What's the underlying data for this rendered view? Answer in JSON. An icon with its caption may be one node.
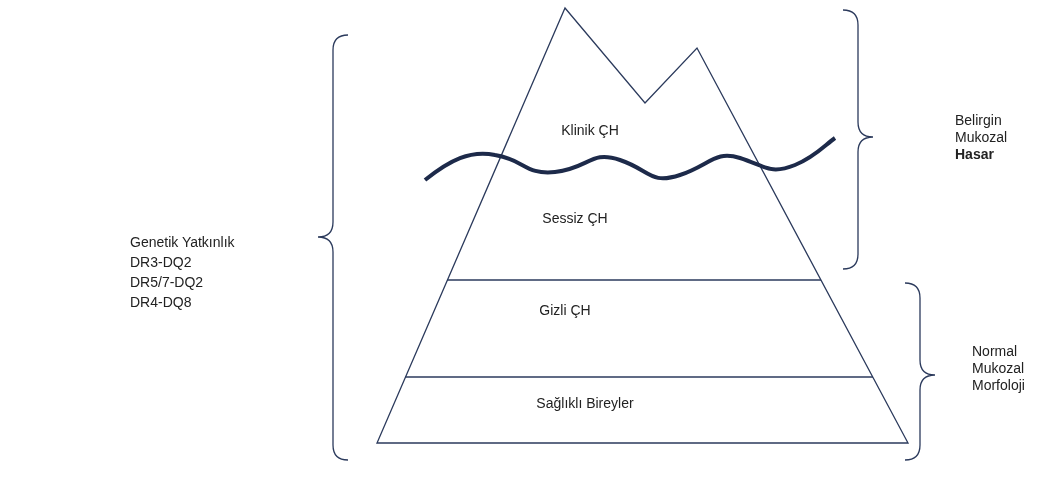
{
  "diagram": {
    "nodes": [
      {
        "text": [
          "Klinik ÇH"
        ]
      },
      {
        "text": [
          "Sessiz ÇH"
        ]
      },
      {
        "text": [
          "Gizli ÇH"
        ]
      },
      {
        "text": [
          "Sağlıklı Bireyler"
        ]
      }
    ],
    "labels": [
      "Genetik Yatkınlık",
      "DR3-DQ2",
      "DR5/7-DQ2",
      "DR4-DQ8",
      "Belirgin Mukozal **Hasar**",
      "Normal Mukozal Morfoloji"
    ]
  }
}
